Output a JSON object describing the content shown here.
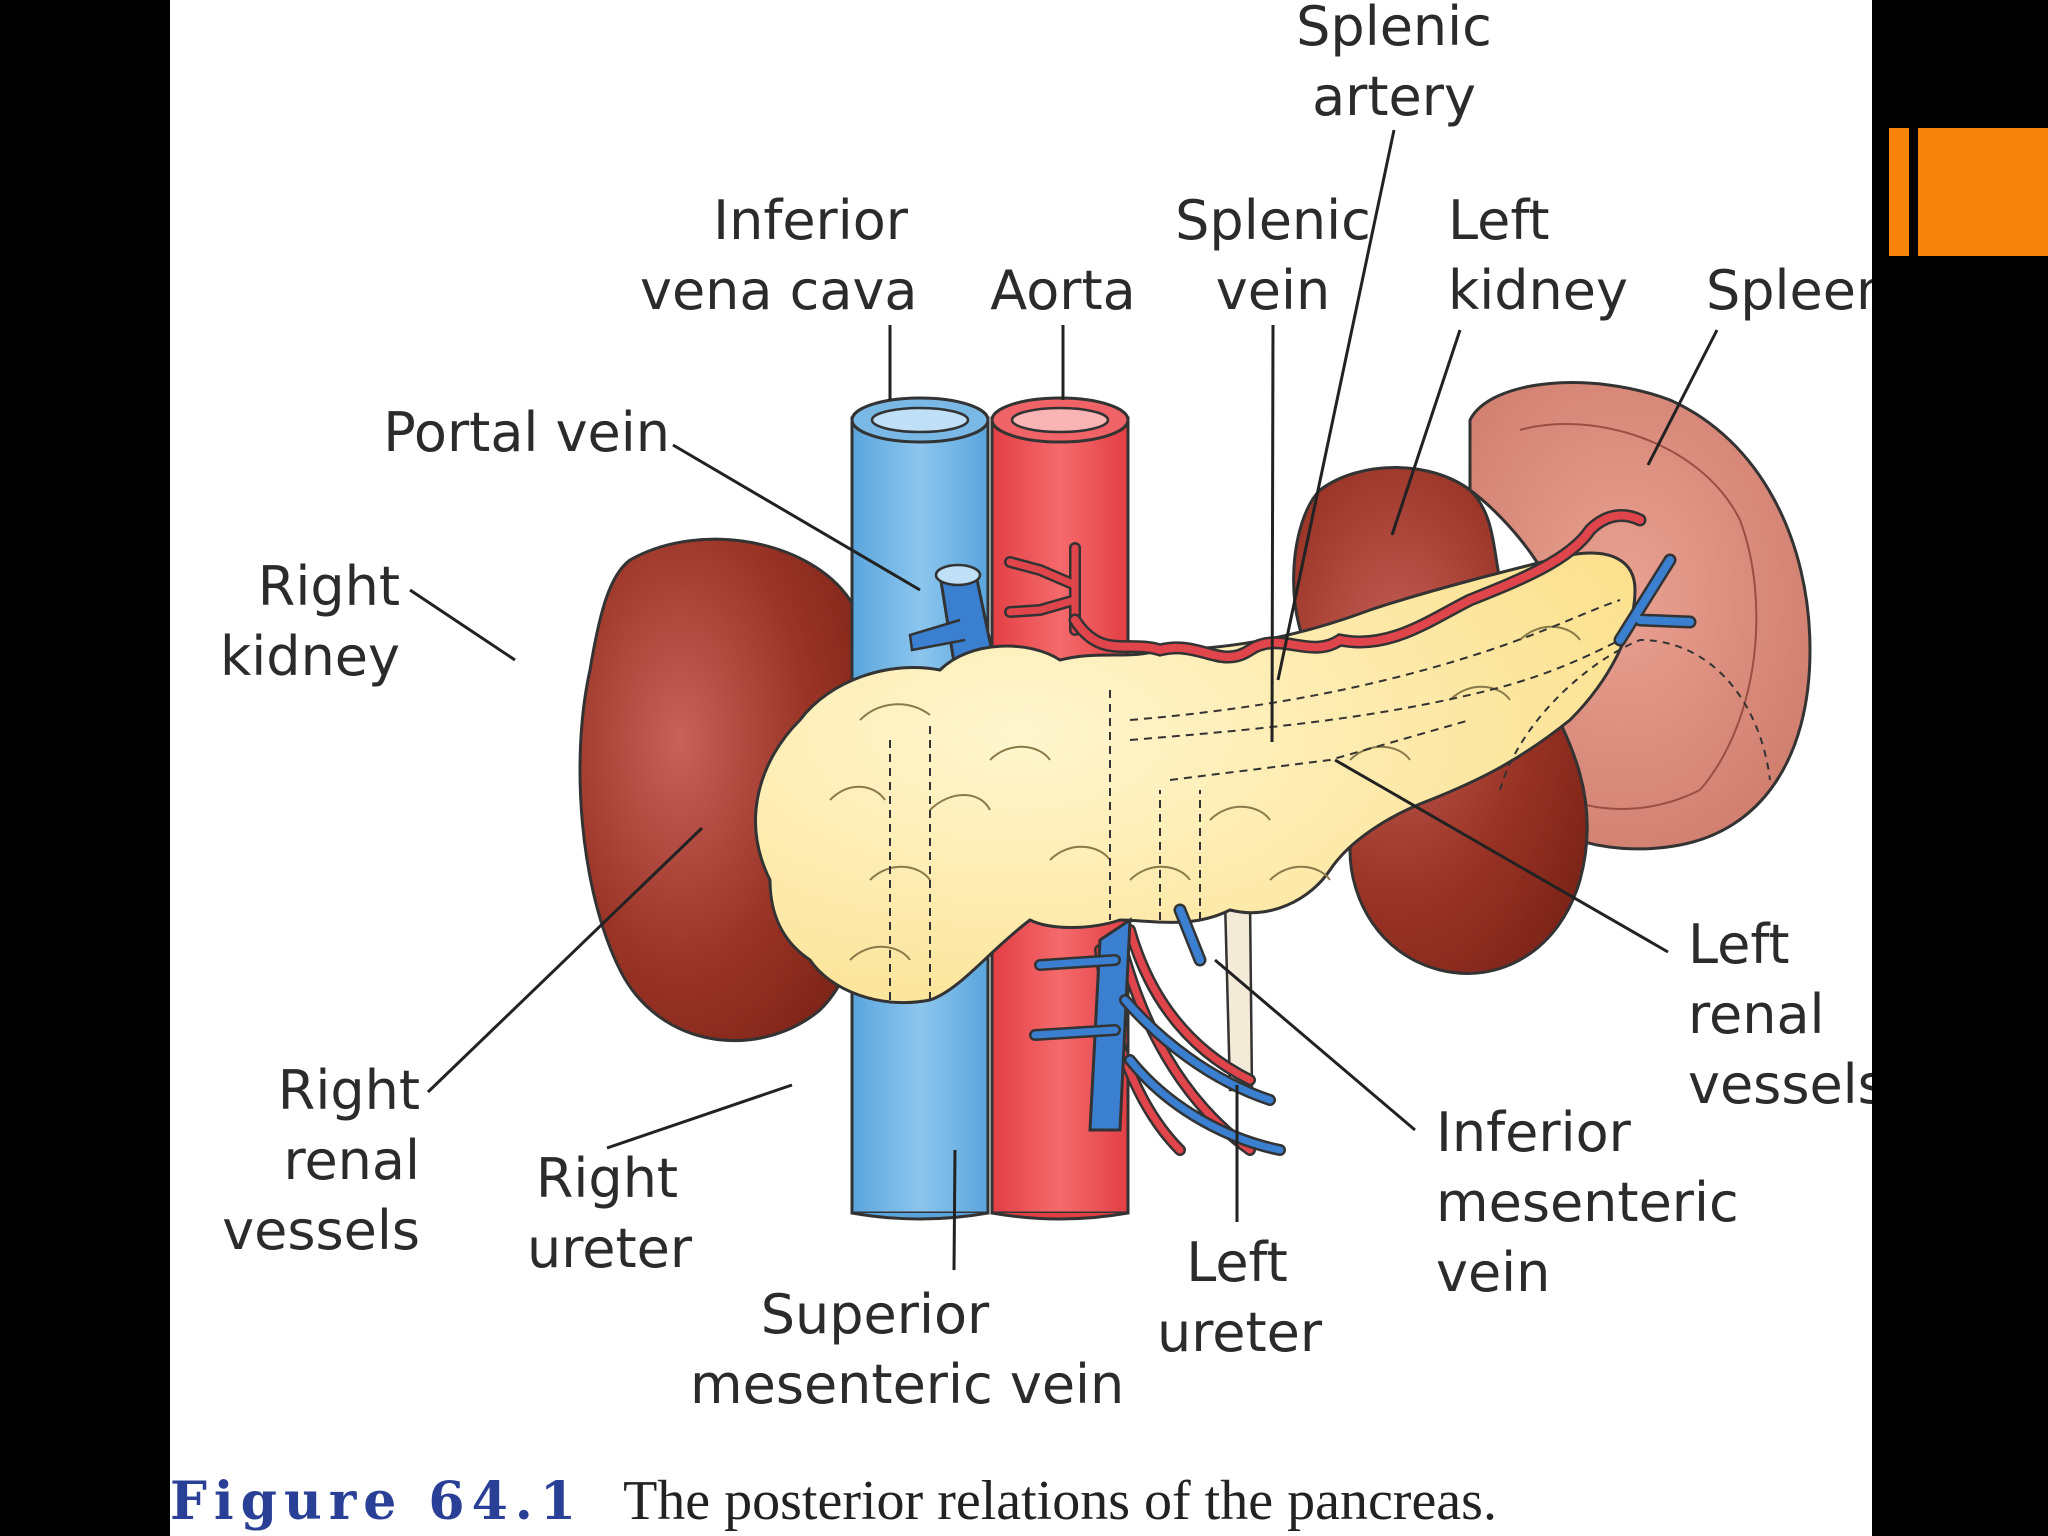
{
  "accent_color": "#f7830a",
  "colors": {
    "kidney": "#8e2a1e",
    "spleen": "#d07a6c",
    "pancreas": "#fbe39a",
    "vena_cava": "#7bbbe6",
    "aorta": "#ef5357",
    "vein": "#3a7fd0",
    "artery": "#e0454b"
  },
  "labels": {
    "splenic_artery": [
      "Splenic",
      "artery"
    ],
    "inferior_vena_cava": [
      "Inferior",
      "vena cava"
    ],
    "aorta": "Aorta",
    "splenic_vein": [
      "Splenic",
      "vein"
    ],
    "left_kidney": [
      "Left",
      "kidney"
    ],
    "spleen": "Spleen",
    "portal_vein": "Portal vein",
    "right_kidney": [
      "Right",
      "kidney"
    ],
    "left_renal_vessels": [
      "Left",
      "renal",
      "vessels"
    ],
    "inferior_mesenteric_vein": [
      "Inferior",
      "mesenteric",
      "vein"
    ],
    "right_renal_vessels": [
      "Right",
      "renal",
      "vessels"
    ],
    "right_ureter": [
      "Right",
      "ureter"
    ],
    "superior_mesenteric_vein": [
      "Superior",
      "mesenteric vein"
    ],
    "left_ureter": [
      "Left",
      "ureter"
    ]
  },
  "caption": {
    "figure_number": "Figure 64.1",
    "text": "The posterior relations of the pancreas."
  }
}
